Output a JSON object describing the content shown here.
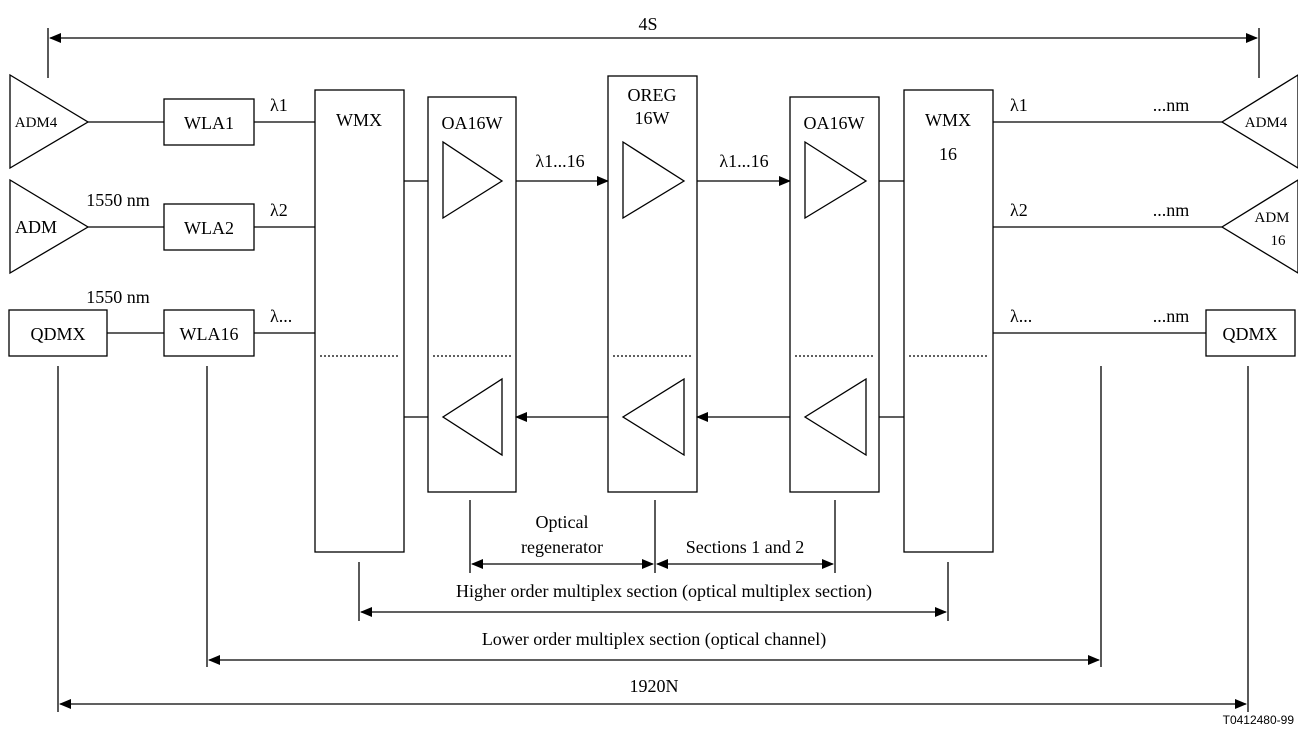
{
  "top_span": "4S",
  "bottom_span": "1920N",
  "figure_id": "T0412480-99",
  "left": {
    "adm4": "ADM4",
    "adm": "ADM",
    "qdmx": "QDMX",
    "wla1": "WLA1",
    "wla2": "WLA2",
    "wla16": "WLA16",
    "nm_label_1": "1550 nm",
    "nm_label_2": "1550 nm",
    "lambda_1": "λ1",
    "lambda_2": "λ2",
    "lambda_3": "λ..."
  },
  "center": {
    "wmx_left": "WMX",
    "oa_left": "OA16W",
    "oreg_line1": "OREG",
    "oreg_line2": "16W",
    "oa_right": "OA16W",
    "wmx_right_line1": "WMX",
    "wmx_right_line2": "16",
    "link_1": "λ1...16",
    "link_2": "λ1...16"
  },
  "right": {
    "adm4": "ADM4",
    "adm16_line1": "ADM",
    "adm16_line2": "16",
    "qdmx": "QDMX",
    "lambda_1": "λ1",
    "lambda_2": "λ2",
    "lambda_3": "λ...",
    "nm_1": "...nm",
    "nm_2": "...nm",
    "nm_3": "...nm"
  },
  "sections": {
    "optical_regen_line1": "Optical",
    "optical_regen_line2": "regenerator",
    "sections_1_2": "Sections 1 and 2",
    "higher_order": "Higher order multiplex section (optical multiplex section)",
    "lower_order": "Lower order multiplex section (optical channel)"
  }
}
